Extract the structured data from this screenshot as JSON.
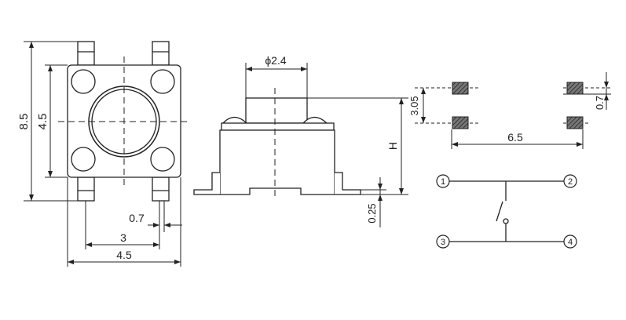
{
  "dimensions": {
    "total_height": "8.5",
    "body_size_vertical": "4.5",
    "lead_width": "0.7",
    "lead_spacing": "3",
    "body_size_horizontal": "4.5",
    "actuator_diameter": "ϕ2.4",
    "height": "H",
    "standoff": "0.25",
    "pad_pitch_vertical": "3.05",
    "pad_width": "0.7",
    "pad_span": "6.5"
  },
  "pins": [
    "1",
    "2",
    "3",
    "4"
  ],
  "colors": {
    "line": "#222222",
    "pad_fill": "#555555"
  }
}
